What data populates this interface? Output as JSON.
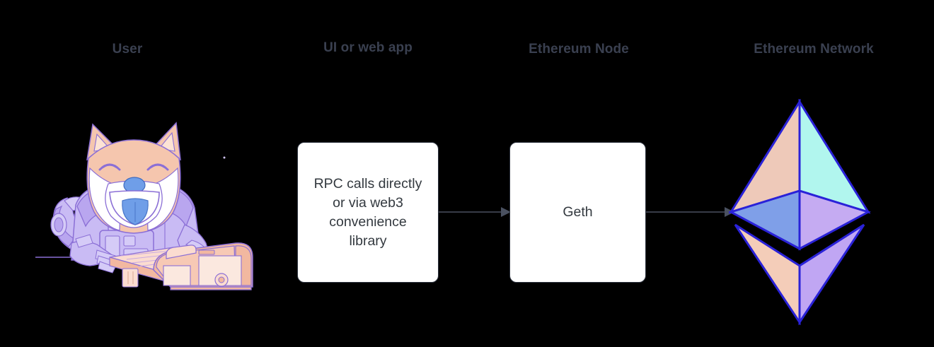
{
  "diagram": {
    "title": "Ethereum stack flow diagram",
    "background_color": "#000000",
    "columns": [
      {
        "id": "user",
        "label": "User"
      },
      {
        "id": "ui",
        "label": "UI or web app"
      },
      {
        "id": "node",
        "label": "Ethereum Node"
      },
      {
        "id": "network",
        "label": "Ethereum Network"
      }
    ],
    "nodes": [
      {
        "id": "webapp",
        "text": "RPC calls directly\nor via web3\nconvenience\nlibrary",
        "fill": "#ffffff",
        "stroke": "#2e3440"
      },
      {
        "id": "geth",
        "text": "Geth",
        "fill": "#ffffff",
        "stroke": "#2e3440"
      }
    ],
    "arrows": [
      {
        "id": "webapp-to-geth",
        "from": "webapp",
        "to": "geth",
        "color": "#4a5160",
        "style": "solid"
      },
      {
        "id": "geth-to-network",
        "from": "geth",
        "to": "network",
        "color": "#4a5160",
        "style": "solid"
      }
    ],
    "illustrations": [
      {
        "id": "shiba-astronaut-at-computer",
        "alt": "Smiling Shiba Inu dog in a lavender spacesuit typing at a retro peach desktop computer",
        "colors": {
          "fur": "#f5c6ae",
          "fur_light": "#fde3d4",
          "muzzle": "#ffffff",
          "suit": "#b9a6ef",
          "suit_light": "#d5cbf7",
          "suit_dark": "#9b88d8",
          "tongue": "#6f9ee8",
          "nose": "#6f9ee8",
          "computer": "#f2b8a0",
          "computer_light": "#fbdcd0",
          "outline": "#8b6fd6"
        }
      },
      {
        "id": "ethereum-diamond-logo",
        "alt": "Ethereum diamond logo",
        "colors": {
          "top_left": "#eec9b9",
          "top_right": "#b1f6ee",
          "mid_left": "#7f9fe8",
          "mid_right": "#c5abf2",
          "bottom_left": "#f4cdb9",
          "bottom_right": "#c0a6f3",
          "edge": "#2a22d8"
        }
      }
    ],
    "text_color": "#3a4050"
  }
}
